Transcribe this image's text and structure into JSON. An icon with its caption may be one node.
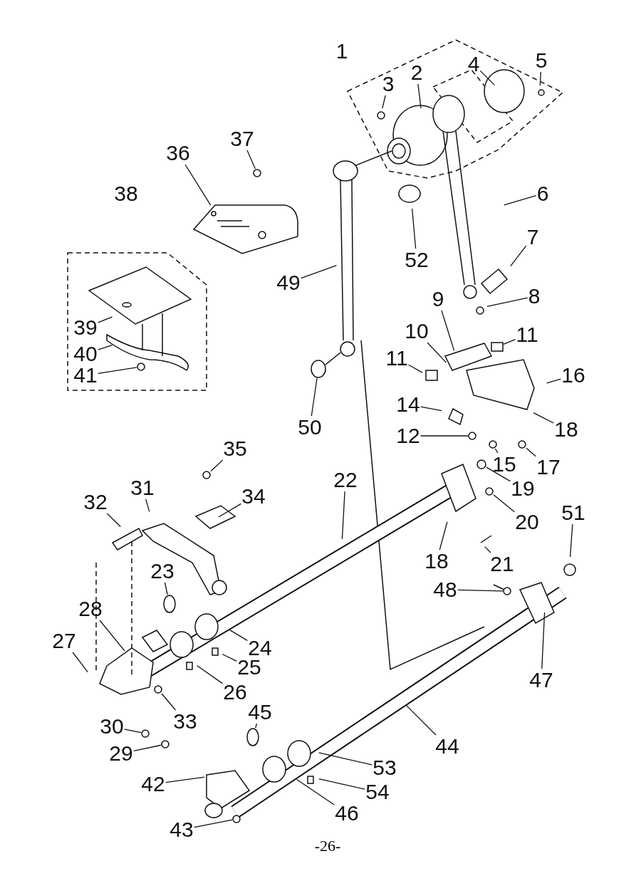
{
  "diagram": {
    "nodes": [
      {
        "text": [
          "5"
        ]
      },
      {
        "text": [
          "4"
        ]
      },
      {
        "text": [
          "2"
        ]
      },
      {
        "text": [
          "3"
        ]
      },
      {
        "text": [
          "37"
        ]
      },
      {
        "text": [
          "36"
        ]
      },
      {
        "text": [
          "6"
        ]
      },
      {
        "text": [
          "7"
        ]
      },
      {
        "text": [
          "52"
        ]
      },
      {
        "text": [
          "49"
        ]
      },
      {
        "text": [
          "8"
        ]
      },
      {
        "text": [
          "9"
        ]
      },
      {
        "text": [
          "39"
        ]
      },
      {
        "text": [
          "10"
        ]
      },
      {
        "text": [
          "11"
        ]
      },
      {
        "text": [
          "40"
        ]
      },
      {
        "text": [
          "11"
        ]
      },
      {
        "text": [
          "16"
        ]
      },
      {
        "text": [
          "41"
        ]
      },
      {
        "text": [
          "14"
        ]
      },
      {
        "text": [
          "50"
        ]
      },
      {
        "text": [
          "18"
        ]
      },
      {
        "text": [
          "12"
        ]
      },
      {
        "text": [
          "35"
        ]
      },
      {
        "text": [
          "15"
        ]
      },
      {
        "text": [
          "17"
        ]
      },
      {
        "text": [
          "22"
        ]
      },
      {
        "text": [
          "31"
        ]
      },
      {
        "text": [
          "19"
        ]
      },
      {
        "text": [
          "34"
        ]
      },
      {
        "text": [
          "32"
        ]
      },
      {
        "text": [
          "51"
        ]
      },
      {
        "text": [
          "20"
        ]
      },
      {
        "text": [
          "23"
        ]
      },
      {
        "text": [
          "18"
        ]
      },
      {
        "text": [
          "21"
        ]
      },
      {
        "text": [
          "48"
        ]
      },
      {
        "text": [
          "28"
        ]
      },
      {
        "text": [
          "27"
        ]
      },
      {
        "text": [
          "24"
        ]
      },
      {
        "text": [
          "25"
        ]
      },
      {
        "text": [
          "47"
        ]
      },
      {
        "text": [
          "26"
        ]
      },
      {
        "text": [
          "45"
        ]
      },
      {
        "text": [
          "33"
        ]
      },
      {
        "text": [
          "30"
        ]
      },
      {
        "text": [
          "44"
        ]
      },
      {
        "text": [
          "29"
        ]
      },
      {
        "text": [
          "53"
        ]
      },
      {
        "text": [
          "42"
        ]
      },
      {
        "text": [
          "54"
        ]
      },
      {
        "text": [
          "46"
        ]
      },
      {
        "text": [
          "43"
        ]
      },
      {
        "text": [],
        "shape": "circle"
      },
      {
        "text": [],
        "shape": "box"
      },
      {
        "text": [],
        "shape": "circle"
      },
      {
        "text": [],
        "shape": "circle"
      },
      {
        "text": [],
        "shape": "circle"
      },
      {
        "text": [],
        "shape": "circle"
      },
      {
        "text": [],
        "shape": "circle"
      },
      {
        "text": [],
        "shape": "circle"
      },
      {
        "text": [],
        "shape": "circle"
      },
      {
        "text": [],
        "shape": "circle"
      },
      {
        "text": [],
        "shape": "circle"
      },
      {
        "text": [],
        "shape": "circle"
      },
      {
        "text": [],
        "shape": "circle"
      },
      {
        "text": [],
        "shape": "circle"
      },
      {
        "text": [],
        "shape": "circle"
      },
      {
        "text": [],
        "shape": "circle"
      },
      {
        "text": [],
        "shape": "circle"
      }
    ],
    "edges": [
      {
        "from": 0,
        "to": null,
        "arrow": "none"
      },
      {
        "from": 1,
        "to": null,
        "arrow": "none"
      },
      {
        "from": 2,
        "to": null,
        "arrow": "none"
      },
      {
        "from": 3,
        "to": null,
        "arrow": "none"
      },
      {
        "from": 4,
        "to": 53,
        "arrow": "none"
      },
      {
        "from": 5,
        "to": null,
        "arrow": "none"
      },
      {
        "from": 6,
        "to": null,
        "arrow": "none"
      },
      {
        "from": 7,
        "to": null,
        "arrow": "none"
      },
      {
        "from": 8,
        "to": null,
        "arrow": "none"
      },
      {
        "from": 9,
        "to": null,
        "arrow": "none"
      },
      {
        "from": 10,
        "to": null,
        "arrow": "none"
      },
      {
        "from": 11,
        "to": null,
        "arrow": "none"
      },
      {
        "from": 12,
        "to": null,
        "arrow": "none"
      },
      {
        "from": 13,
        "to": null,
        "arrow": "none"
      },
      {
        "from": 14,
        "to": 54,
        "arrow": "none"
      },
      {
        "from": 15,
        "to": null,
        "arrow": "none"
      },
      {
        "from": 16,
        "to": null,
        "arrow": "none"
      },
      {
        "from": 17,
        "to": null,
        "arrow": "none"
      },
      {
        "from": 18,
        "to": 55,
        "arrow": "none"
      },
      {
        "from": 19,
        "to": null,
        "arrow": "none"
      },
      {
        "from": 20,
        "to": 56,
        "arrow": "none"
      },
      {
        "from": 21,
        "to": null,
        "arrow": "none"
      },
      {
        "from": 22,
        "to": 57,
        "arrow": "none"
      },
      {
        "from": 23,
        "to": 58,
        "arrow": "none"
      },
      {
        "from": 24,
        "to": 59,
        "arrow": "none"
      },
      {
        "from": 25,
        "to": 60,
        "arrow": "none"
      },
      {
        "from": 26,
        "to": null,
        "arrow": "none"
      },
      {
        "from": 27,
        "to": null,
        "arrow": "none"
      },
      {
        "from": 28,
        "to": 61,
        "arrow": "none"
      },
      {
        "from": 29,
        "to": null,
        "arrow": "none"
      },
      {
        "from": 30,
        "to": null,
        "arrow": "none"
      },
      {
        "from": 31,
        "to": null,
        "arrow": "none"
      },
      {
        "from": 32,
        "to": 62,
        "arrow": "none"
      },
      {
        "from": 33,
        "to": 63,
        "arrow": "none"
      },
      {
        "from": 34,
        "to": null,
        "arrow": "none"
      },
      {
        "from": 35,
        "to": null,
        "arrow": "none"
      },
      {
        "from": 36,
        "to": 64,
        "arrow": "none"
      },
      {
        "from": 37,
        "to": null,
        "arrow": "none"
      },
      {
        "from": 38,
        "to": null,
        "arrow": "none"
      },
      {
        "from": 39,
        "to": null,
        "arrow": "none"
      },
      {
        "from": 40,
        "to": null,
        "arrow": "none"
      },
      {
        "from": 41,
        "to": null,
        "arrow": "none"
      },
      {
        "from": 42,
        "to": null,
        "arrow": "none"
      },
      {
        "from": 43,
        "to": 65,
        "arrow": "none"
      },
      {
        "from": 44,
        "to": 66,
        "arrow": "none"
      },
      {
        "from": 45,
        "to": 67,
        "arrow": "none"
      },
      {
        "from": 46,
        "to": null,
        "arrow": "none"
      },
      {
        "from": 47,
        "to": 68,
        "arrow": "none"
      },
      {
        "from": 48,
        "to": null,
        "arrow": "none"
      },
      {
        "from": 49,
        "to": null,
        "arrow": "none"
      },
      {
        "from": 50,
        "to": null,
        "arrow": "none"
      },
      {
        "from": 51,
        "to": null,
        "arrow": "none"
      },
      {
        "from": 52,
        "to": 69,
        "arrow": "none"
      }
    ],
    "labels": [
      "1",
      "38",
      "-26-"
    ]
  }
}
